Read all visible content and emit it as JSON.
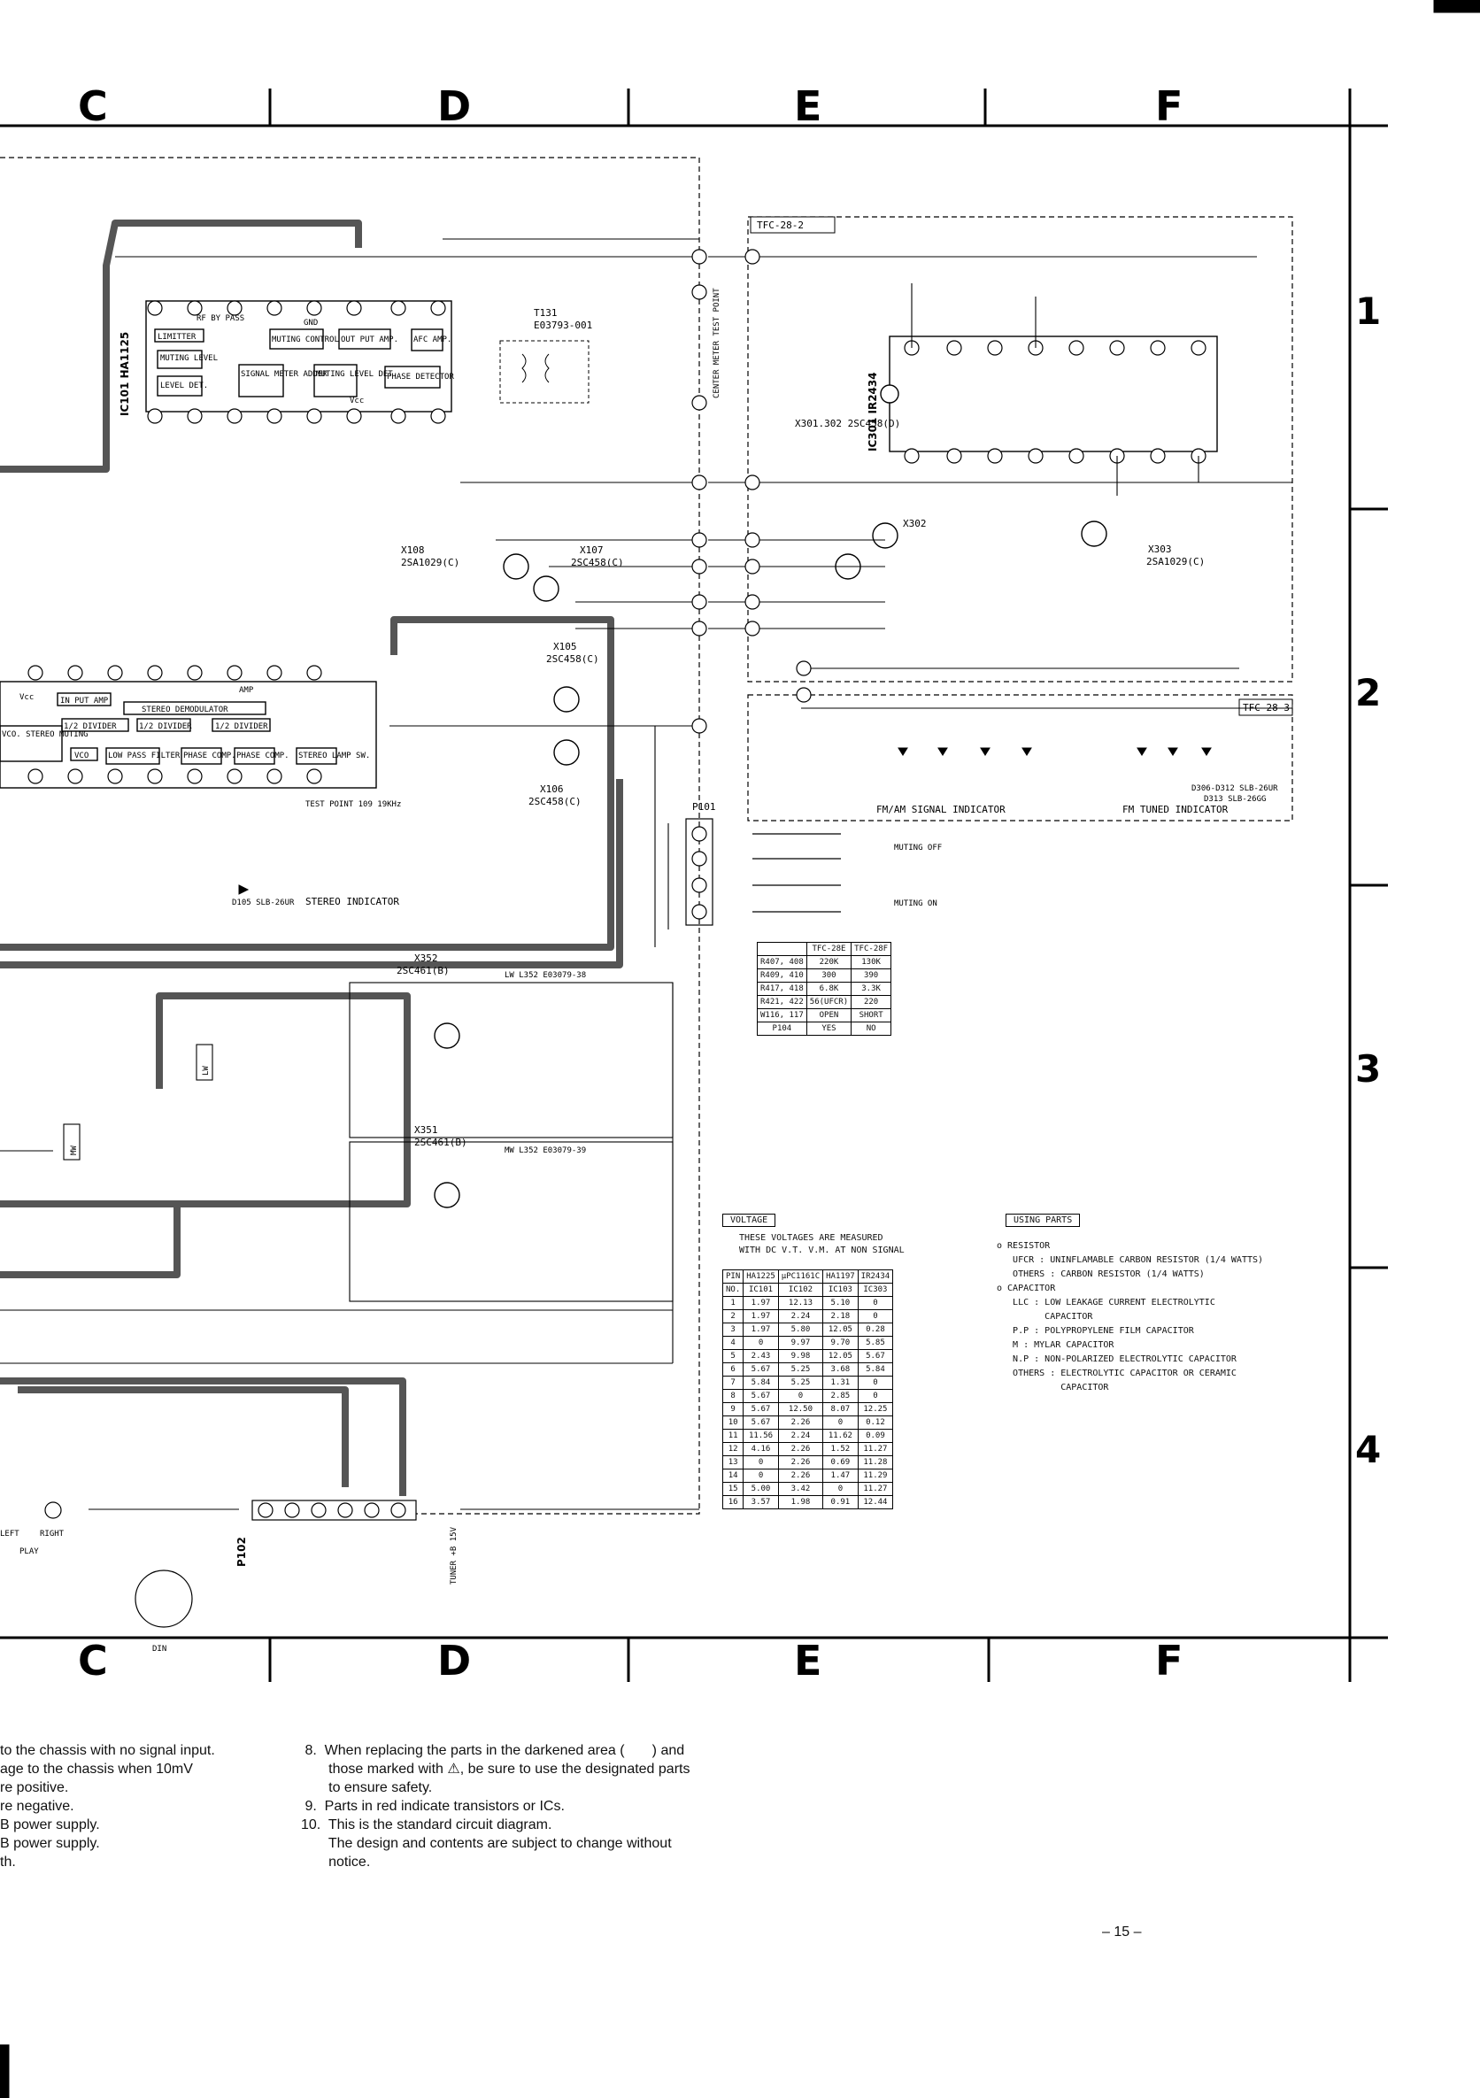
{
  "grid": {
    "columns": [
      "C",
      "D",
      "E",
      "F"
    ],
    "rows": [
      "1",
      "2",
      "3",
      "4"
    ]
  },
  "blocks": {
    "ic101": {
      "ref": "IC101 HA1125",
      "sub_blocks": [
        "LIMITTER",
        "MUTING LEVEL",
        "LEVEL DET.",
        "SIGNAL METER ADDER",
        "MUTING CONTROL",
        "OUT PUT AMP.",
        "AFC AMP.",
        "MUTING LEVEL DET.",
        "PHASE DETECTOR",
        "GND",
        "Vcc",
        "RF BY PASS"
      ]
    },
    "ic301": {
      "ref": "IC301 IR2434",
      "transistors": "X301.302 2SC458(D)"
    },
    "ic103": {
      "sub_blocks": [
        "IN PUT AMP",
        "STEREO DEMODULATOR",
        "1/2 DIVIDER",
        "1/2 DIVIDER",
        "1/2 DIVIDER",
        "VCO",
        "LOW PASS FILTER",
        "PHASE COMP.",
        "PHASE COMP.",
        "STEREO LAMP SW.",
        "VCO. STEREO MUTING",
        "AMP",
        "Vcc"
      ]
    },
    "tfc_labels": [
      "TFC-28-2",
      "TFC-28-3"
    ],
    "transformer": {
      "ref": "T131",
      "part": "E03793-001"
    },
    "center_meter": "CENTER METER TEST POINT",
    "transistors": [
      {
        "ref": "X108",
        "part": "2SA1029(C)"
      },
      {
        "ref": "X107",
        "part": "2SC458(C)"
      },
      {
        "ref": "X105",
        "part": "2SC458(C)"
      },
      {
        "ref": "X106",
        "part": "2SC458(C)"
      },
      {
        "ref": "X302",
        "part": ""
      },
      {
        "ref": "X303",
        "part": "2SA1029(C)"
      },
      {
        "ref": "X352",
        "part": "2SC461(B)"
      },
      {
        "ref": "X351",
        "part": "2SC461(B)"
      }
    ],
    "indicators": {
      "fm_am": "FM/AM SIGNAL INDICATOR",
      "fm_tuned": "FM TUNED INDICATOR",
      "stereo": "STEREO INDICATOR",
      "leds": "D306-D312 SLB-26UR",
      "led_d313": "D313 SLB-26GG",
      "d105": "D105 SLB-26UR"
    },
    "test_point": "TEST POINT 109 19KHz",
    "muting": {
      "off": "MUTING OFF",
      "on": "MUTING ON"
    },
    "connector": "P101",
    "p102": "P102",
    "din": "DIN",
    "play": "PLAY",
    "left": "LEFT",
    "right": "RIGHT",
    "tuner_supply": "TUNER +B 15V",
    "coils": [
      "LW L352 E03079-38",
      "MW L352 E03079-39"
    ],
    "band_labels": [
      "LW",
      "MW"
    ]
  },
  "tfc_table": {
    "header": [
      "",
      "TFC-28E",
      "TFC-28F"
    ],
    "rows": [
      [
        "R407, 408",
        "220K",
        "130K"
      ],
      [
        "R409, 410",
        "300",
        "390"
      ],
      [
        "R417, 418",
        "6.8K",
        "3.3K"
      ],
      [
        "R421, 422",
        "56(UFCR)",
        "220"
      ],
      [
        "W116, 117",
        "OPEN",
        "SHORT"
      ],
      [
        "P104",
        "YES",
        "NO"
      ]
    ]
  },
  "voltage": {
    "title": "VOLTAGE",
    "note": "THESE VOLTAGES ARE MEASURED\nWITH DC V.T. V.M. AT NON SIGNAL",
    "header1": [
      "PIN",
      "HA1225",
      "μPC1161C",
      "HA1197",
      "IR2434"
    ],
    "header2": [
      "NO.",
      "IC101",
      "IC102",
      "IC103",
      "IC303"
    ],
    "rows": [
      [
        "1",
        "1.97",
        "12.13",
        "5.10",
        "0"
      ],
      [
        "2",
        "1.97",
        "2.24",
        "2.18",
        "0"
      ],
      [
        "3",
        "1.97",
        "5.80",
        "12.05",
        "0.28"
      ],
      [
        "4",
        "0",
        "9.97",
        "9.70",
        "5.85"
      ],
      [
        "5",
        "2.43",
        "9.98",
        "12.05",
        "5.67"
      ],
      [
        "6",
        "5.67",
        "5.25",
        "3.68",
        "5.84"
      ],
      [
        "7",
        "5.84",
        "5.25",
        "1.31",
        "0"
      ],
      [
        "8",
        "5.67",
        "0",
        "2.85",
        "0"
      ],
      [
        "9",
        "5.67",
        "12.50",
        "8.07",
        "12.25"
      ],
      [
        "10",
        "5.67",
        "2.26",
        "0",
        "0.12"
      ],
      [
        "11",
        "11.56",
        "2.24",
        "11.62",
        "0.09"
      ],
      [
        "12",
        "4.16",
        "2.26",
        "1.52",
        "11.27"
      ],
      [
        "13",
        "0",
        "2.26",
        "0.69",
        "11.28"
      ],
      [
        "14",
        "0",
        "2.26",
        "1.47",
        "11.29"
      ],
      [
        "15",
        "5.00",
        "3.42",
        "0",
        "11.27"
      ],
      [
        "16",
        "3.57",
        "1.98",
        "0.91",
        "12.44"
      ]
    ]
  },
  "using_parts": {
    "title": "USING PARTS",
    "lines": [
      "o RESISTOR",
      "   UFCR : UNINFLAMABLE CARBON RESISTOR (1/4 WATTS)",
      "   OTHERS : CARBON RESISTOR (1/4 WATTS)",
      "",
      "o CAPACITOR",
      "   LLC : LOW LEAKAGE CURRENT ELECTROLYTIC",
      "         CAPACITOR",
      "   P.P : POLYPROPYLENE FILM CAPACITOR",
      "   M : MYLAR CAPACITOR",
      "   N.P : NON-POLARIZED ELECTROLYTIC CAPACITOR",
      "   OTHERS : ELECTROLYTIC CAPACITOR OR CERAMIC",
      "            CAPACITOR"
    ]
  },
  "notes_left": [
    "to the chassis with no signal input.",
    "age to the chassis when 10mV",
    "",
    "re positive.",
    "re negative.",
    "B power supply.",
    "B power supply.",
    "th."
  ],
  "notes_right": [
    " 8.  When replacing the parts in the darkened area (       ) and",
    "       those marked with ⚠, be sure to use the designated parts",
    "       to ensure safety.",
    " 9.  Parts in red indicate transistors or ICs.",
    "10.  This is the standard circuit diagram.",
    "       The design and contents are subject to change without",
    "       notice."
  ],
  "page_number": "– 15 –"
}
